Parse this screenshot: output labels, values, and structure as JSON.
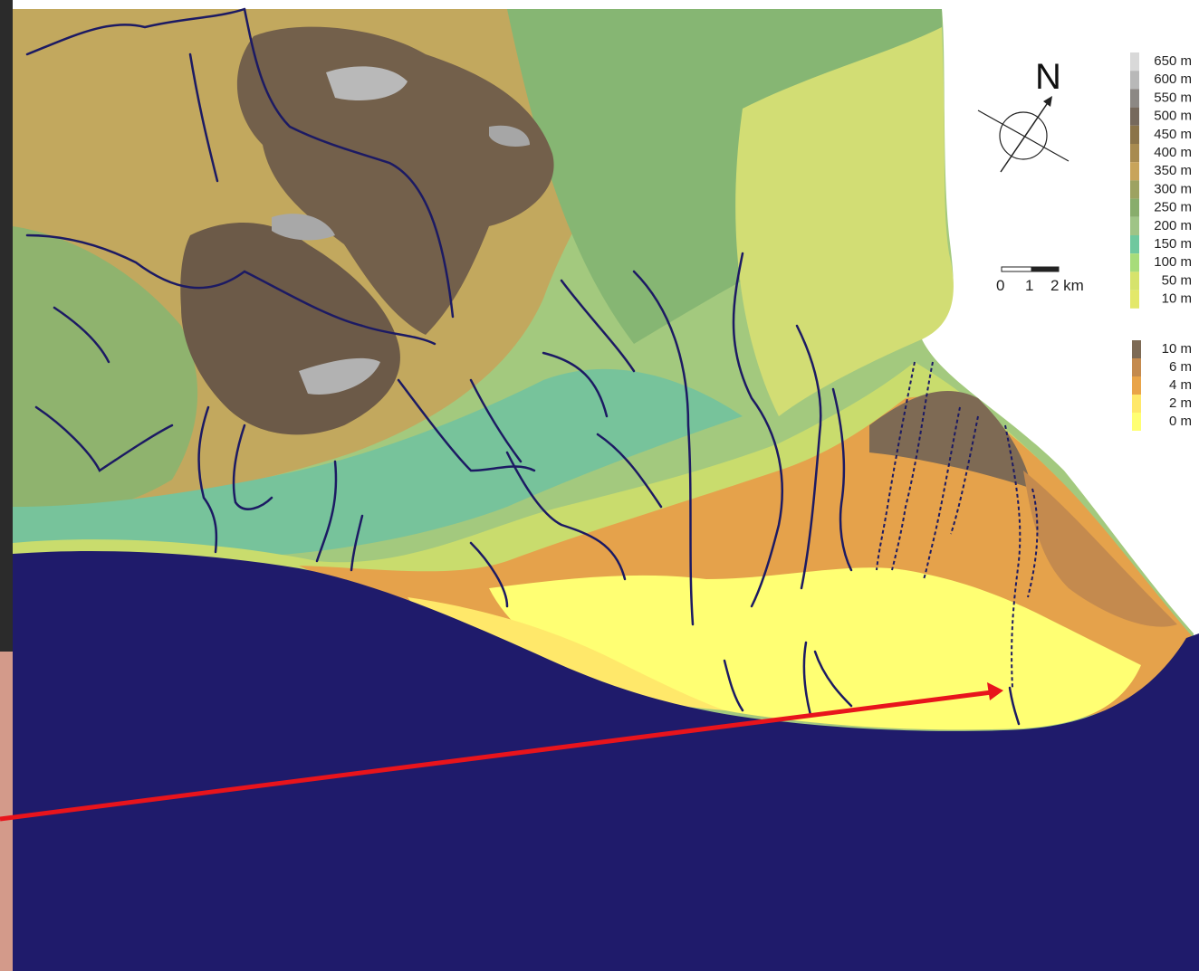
{
  "north": {
    "label": "N"
  },
  "scale": {
    "ticks": [
      "0",
      "1",
      "2 km"
    ]
  },
  "legend_land": {
    "items": [
      {
        "label": "650 m",
        "color": "#d9d9d9"
      },
      {
        "label": "600 m",
        "color": "#b8b8b8"
      },
      {
        "label": "550 m",
        "color": "#8c8884"
      },
      {
        "label": "500 m",
        "color": "#76695c"
      },
      {
        "label": "450 m",
        "color": "#8b7449"
      },
      {
        "label": "400 m",
        "color": "#a88b50"
      },
      {
        "label": "350 m",
        "color": "#c8a45a"
      },
      {
        "label": "300 m",
        "color": "#9da261"
      },
      {
        "label": "250 m",
        "color": "#88ad6c"
      },
      {
        "label": "200 m",
        "color": "#9fc486"
      },
      {
        "label": "150 m",
        "color": "#6fc89e"
      },
      {
        "label": "100 m",
        "color": "#a7dc7a"
      },
      {
        "label": "50 m",
        "color": "#d6e36c"
      },
      {
        "label": "10 m",
        "color": "#e3e86a"
      }
    ]
  },
  "legend_coastal": {
    "items": [
      {
        "label": "10 m",
        "color": "#7d6a55"
      },
      {
        "label": "6 m",
        "color": "#c48a4e"
      },
      {
        "label": "4 m",
        "color": "#e9a449"
      },
      {
        "label": "2 m",
        "color": "#ffe86a"
      },
      {
        "label": "0 m",
        "color": "#ffff73"
      }
    ]
  },
  "colors": {
    "sea": "#1f1b6b",
    "river": "#1c1a63",
    "arrow": "#e8141c"
  }
}
